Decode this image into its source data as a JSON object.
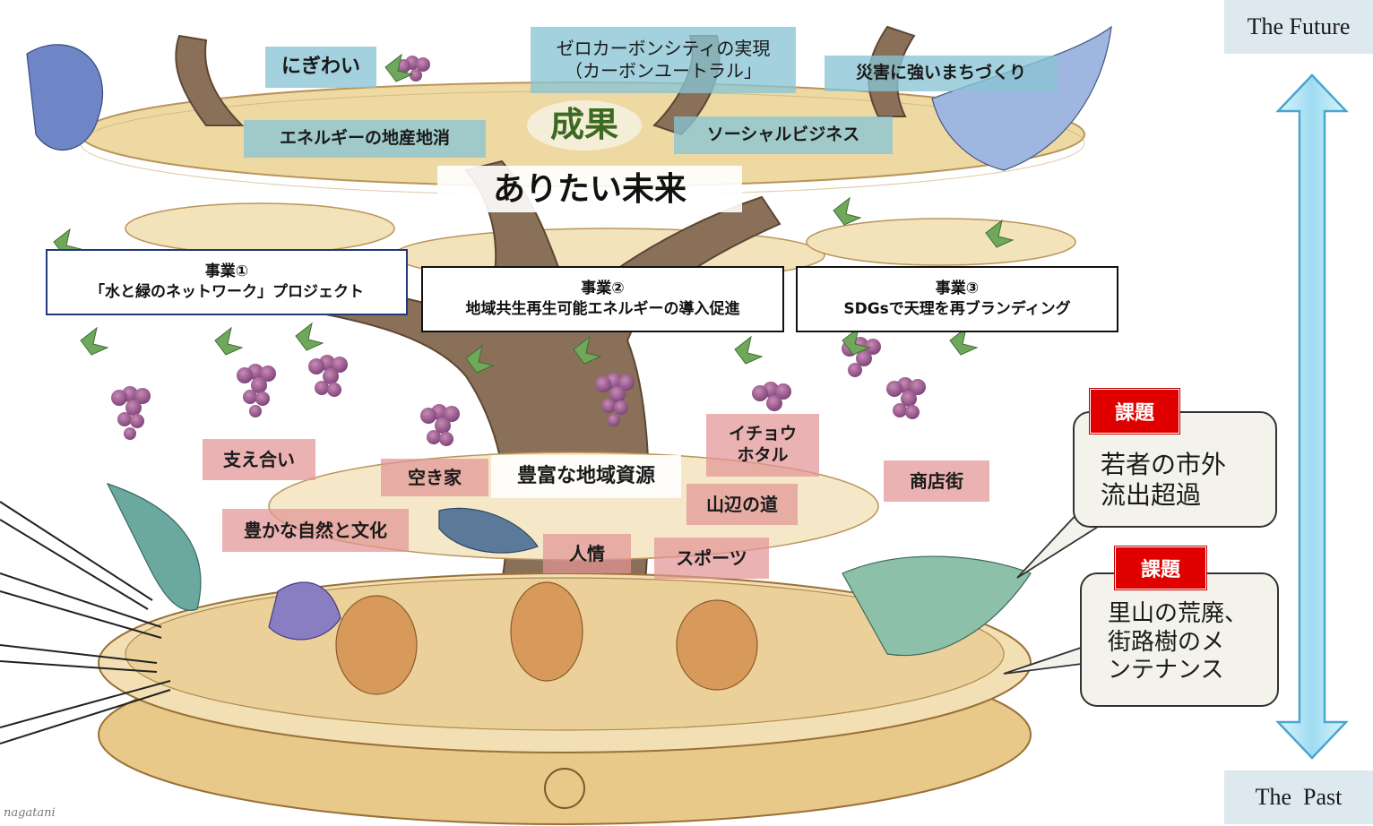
{
  "outcomes": {
    "nigiwai": "にぎわい",
    "zero_carbon_line1": "ゼロカーボンシティの実現",
    "zero_carbon_line2": "（カーボンユートラル」",
    "disaster": "災害に強いまちづくり",
    "energy_local": "エネルギーの地産地消",
    "seika": "成果",
    "social_business": "ソーシャルビジネス",
    "future": "ありたい未来"
  },
  "projects": [
    {
      "title": "事業①",
      "desc": "「水と緑のネットワーク」プロジェクト"
    },
    {
      "title": "事業②",
      "desc": "地域共生再生可能エネルギーの導入促進"
    },
    {
      "title": "事業③",
      "desc": "SDGsで天理を再ブランディング"
    }
  ],
  "resources": {
    "title": "豊富な地域資源",
    "support": "支え合い",
    "vacant": "空き家",
    "ginkgo_line1": "イチョウ",
    "ginkgo_line2": "ホタル",
    "shopping": "商店街",
    "yamanobe": "山辺の道",
    "nature": "豊かな自然と文化",
    "ninjo": "人情",
    "sports": "スポーツ"
  },
  "issues": [
    {
      "tag": "課題",
      "text": "若者の市外\n流出超過"
    },
    {
      "tag": "課題",
      "text": "里山の荒廃、\n街路樹のメ\nンテナンス"
    }
  ],
  "timeline": {
    "future": "The Future",
    "past": "The  Past"
  },
  "signature": "nagatani",
  "colors": {
    "arrow_fill": "#aee2f2",
    "arrow_stroke": "#4aa6cf",
    "issue_red": "#e00000",
    "label_blue": "#89c4d3",
    "label_pink": "#e29494"
  }
}
